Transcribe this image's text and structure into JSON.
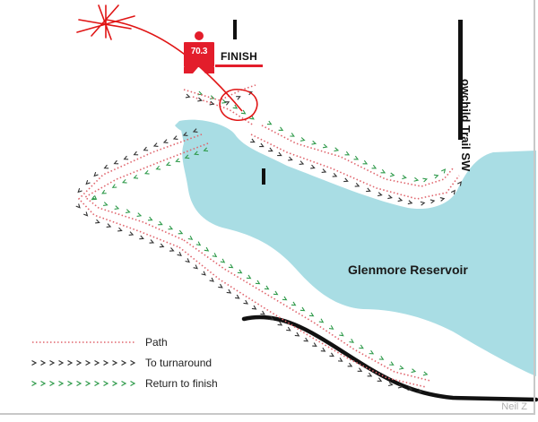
{
  "labels": {
    "finish": "FINISH",
    "trail": "owchild Trail SW",
    "reservoir": "Glenmore Reservoir",
    "logo_number": "70.3",
    "credit": "Neil Z"
  },
  "legend": [
    {
      "key": "path",
      "label": "Path",
      "color": "#e0646c"
    },
    {
      "key": "to_turnaround",
      "label": "To turnaround",
      "color": "#333333"
    },
    {
      "key": "return",
      "label": "Return to finish",
      "color": "#2e9a4a"
    }
  ],
  "colors": {
    "water": "#a9dde4",
    "path": "#e0646c",
    "to_turnaround": "#333333",
    "return": "#2e9a4a",
    "road": "#111111",
    "logo": "#e31d2b",
    "annotation": "#e01515"
  },
  "icons": {
    "logo": "ironman-logo-icon",
    "finish_marker": "finish-marker-icon"
  }
}
